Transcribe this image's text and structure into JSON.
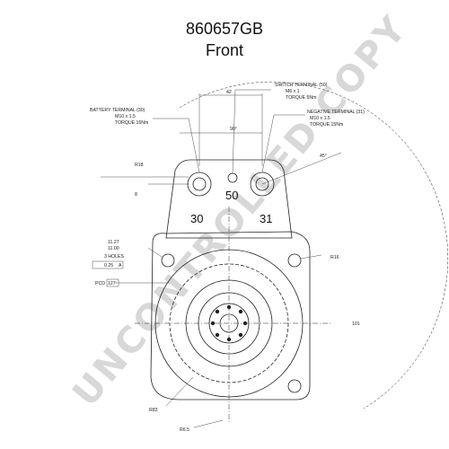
{
  "header": {
    "part_number": "860657GB",
    "view": "Front"
  },
  "watermark": "UNCONTROLLED COPY",
  "terminals": {
    "battery": {
      "id": "30",
      "callout": [
        "BATTERY TERMINAL (30)",
        "M10 x 1.5",
        "TORQUE 16Nm"
      ]
    },
    "switch": {
      "id": "50",
      "callout": [
        "SWITCH TERMINAL (50)",
        "M6 x 1",
        "TORQUE 5Nm"
      ]
    },
    "negative": {
      "id": "31",
      "callout": [
        "NEGATIVE TERMINAL (31)",
        "M10 x 1.5",
        "TORQUE 15Nm"
      ]
    }
  },
  "dimensions": {
    "d42": "42",
    "r18": "R18",
    "d8": "8",
    "a90": "90°",
    "a45": "45°",
    "r16": "R16",
    "d101": "101",
    "r83": "R83",
    "r6": "R6.5"
  },
  "holes": {
    "dia_upper": "11.27",
    "dia_lower": "11.00",
    "count": "3 HOLES",
    "pos": "0.25",
    "datum": "A"
  },
  "pcd": {
    "label": "PCD",
    "value": "127"
  },
  "colors": {
    "line": "#222222",
    "watermark": "#d8d8d8"
  }
}
